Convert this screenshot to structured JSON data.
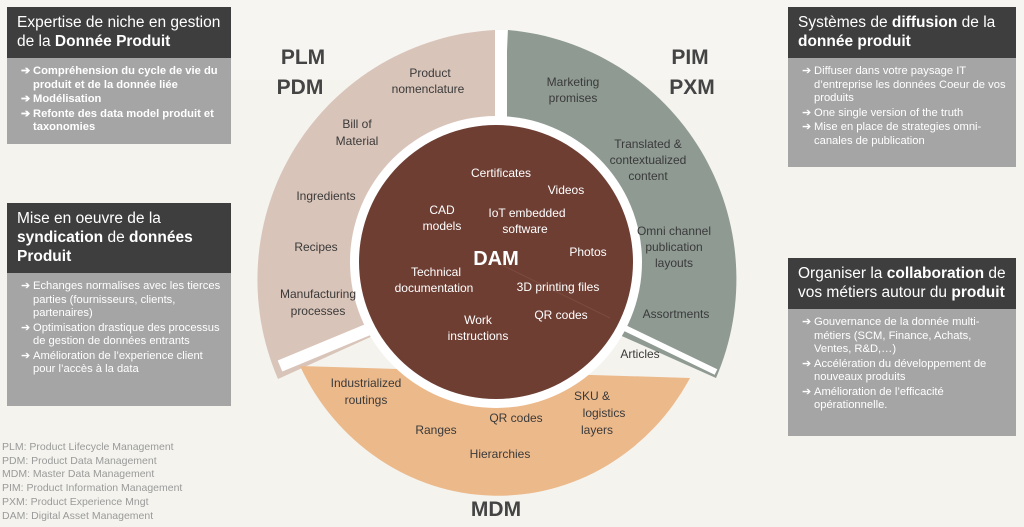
{
  "panels": {
    "expertise": {
      "title_pre": "Expertise de niche en gestion de la ",
      "title_bold": "Donnée Produit",
      "items": [
        "Compréhension du cycle de vie du produit et de la donnée liée",
        "Modélisation",
        "Refonte des data model produit et taxonomies"
      ]
    },
    "syndication": {
      "title_pre": "Mise en oeuvre de la ",
      "title_bold1": "syndication",
      "title_mid": " de ",
      "title_bold2": "données Produit",
      "items": [
        "Echanges normalises avec les tierces parties (fournisseurs, clients, partenaires)",
        "Optimisation drastique des processus de gestion de données entrants",
        "Amélioration de l’experience client pour l’accès à la data"
      ]
    },
    "diffusion": {
      "title_pre": "Systèmes de ",
      "title_bold1": "diffusion",
      "title_mid": " de la ",
      "title_bold2": "donnée produit",
      "items": [
        "Diffuser dans votre paysage IT d’entreprise les données Coeur de vos produits",
        "One single version of the truth",
        "Mise en place de strategies omni-canales de publication"
      ]
    },
    "collaboration": {
      "title_pre": "Organiser la ",
      "title_bold1": "collaboration",
      "title_mid": " de vos métiers autour du ",
      "title_bold2": "produit",
      "items": [
        "Gouvernance de la donnée multi-métiers (SCM, Finance, Achats, Ventes, R&D,…)",
        "Accélération du développement de nouveaux produits",
        "Amélioration de l’efficacité opérationnelle."
      ]
    }
  },
  "legend": [
    "PLM: Product Lifecycle Management",
    "PDM: Product Data Management",
    "MDM: Master Data Management",
    "PIM: Product Information Management",
    "PXM: Product Experience Mngt",
    "DAM: Digital Asset Management"
  ],
  "diagram": {
    "colors": {
      "plm": "#d9c4b9",
      "pim": "#8f9a93",
      "mdm": "#ecb98b",
      "dam": "#6e3e33",
      "ring": "#ffffff"
    },
    "sector_titles": {
      "plm_1": "PLM",
      "plm_2": "PDM",
      "pim_1": "PIM",
      "pim_2": "PXM",
      "mdm": "MDM"
    },
    "center": "DAM",
    "plm_items": {
      "product": "Product",
      "nomenclature": "nomenclature",
      "bill": "Bill of",
      "material": "Material",
      "ingredients": "Ingredients",
      "recipes": "Recipes",
      "manufacturing": "Manufacturing",
      "processes": "processes"
    },
    "pim_items": {
      "marketing": "Marketing",
      "promises": "promises",
      "translated": "Translated &",
      "contextualized": "contextualized",
      "content": "content",
      "omni": "Omni channel",
      "publication": "publication",
      "layouts": "layouts",
      "assortments": "Assortments",
      "articles": "Articles"
    },
    "mdm_items": {
      "industrialized": "Industrialized",
      "routings": "routings",
      "ranges": "Ranges",
      "qr": "QR codes",
      "hierarchies": "Hierarchies",
      "sku": "SKU &",
      "logistics": "logistics",
      "layers": "layers"
    },
    "dam_items": {
      "certificates": "Certificates",
      "videos": "Videos",
      "cad": "CAD",
      "models": "models",
      "iot1": "IoT embedded",
      "iot2": "software",
      "photos": "Photos",
      "technical": "Technical",
      "documentation": "documentation",
      "printing": "3D printing files",
      "qr": "QR codes",
      "work": "Work",
      "instructions": "instructions"
    }
  }
}
